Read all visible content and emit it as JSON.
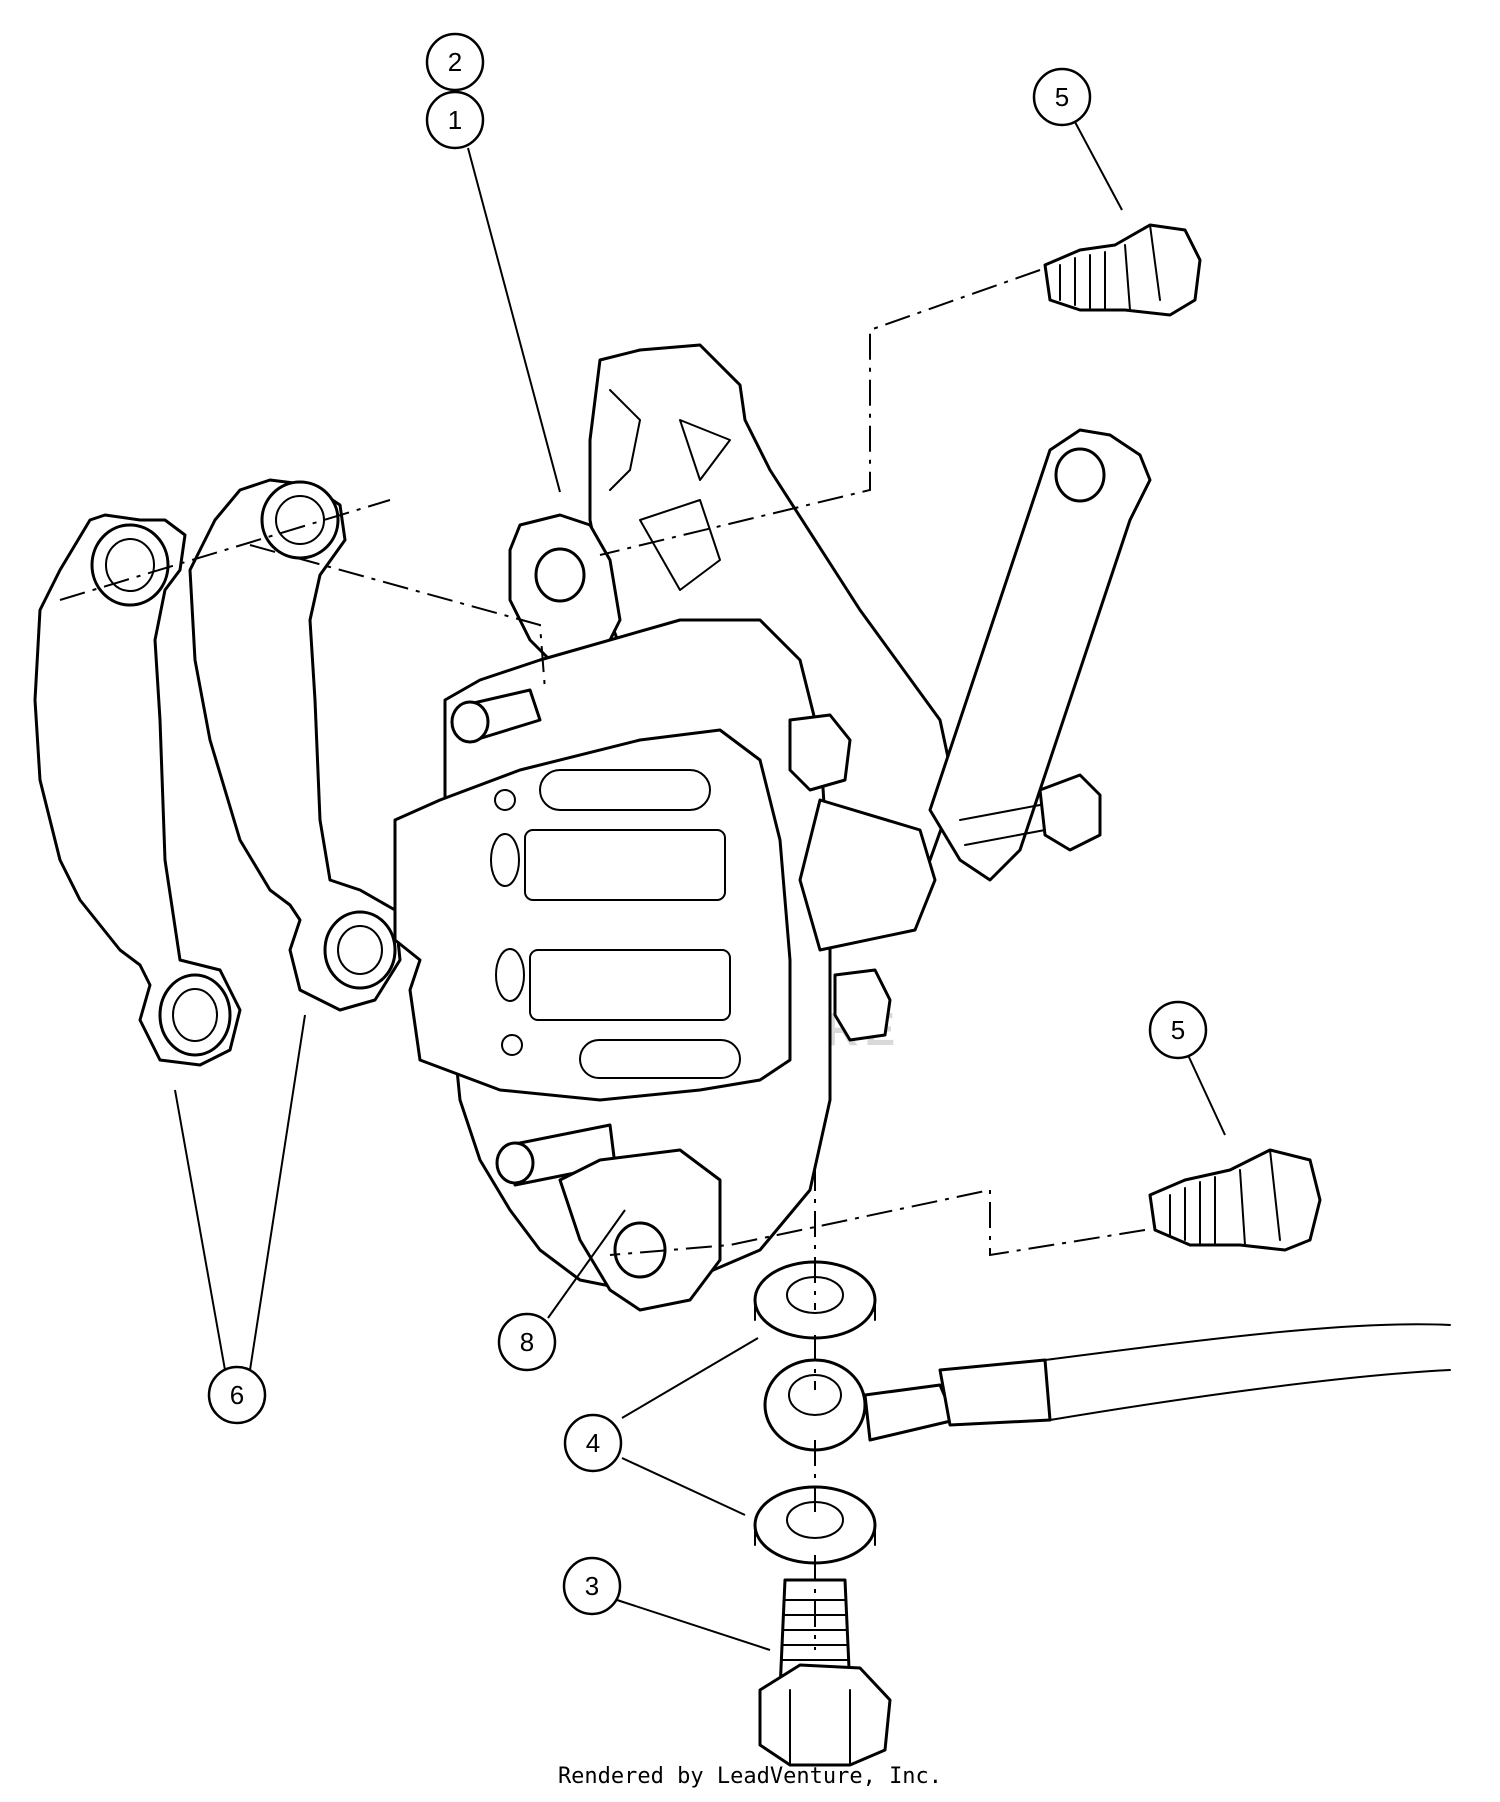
{
  "callouts": [
    {
      "id": "c2",
      "label": "2"
    },
    {
      "id": "c1",
      "label": "1"
    },
    {
      "id": "c5a",
      "label": "5"
    },
    {
      "id": "c5b",
      "label": "5"
    },
    {
      "id": "c8",
      "label": "8"
    },
    {
      "id": "c6",
      "label": "6"
    },
    {
      "id": "c4",
      "label": "4"
    },
    {
      "id": "c3",
      "label": "3"
    }
  ],
  "watermark": "LEADVENTURE",
  "credit": "Rendered by LeadVenture, Inc."
}
